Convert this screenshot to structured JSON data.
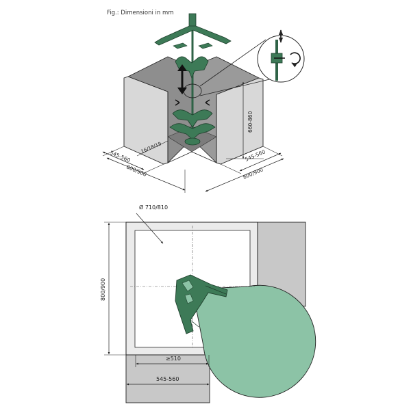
{
  "figure": {
    "caption": "Fig.: Dimensioni in mm"
  },
  "top_view": {
    "dim_depth_left": "545-560",
    "dim_width_left": "800/900",
    "dim_board": "16/18/19",
    "dim_height": "660-860",
    "dim_depth_right": "545-560",
    "dim_width_right": "800/900"
  },
  "plan_view": {
    "dim_diameter": "Ø 710/810",
    "dim_side": "800/900",
    "dim_min_opening": "≥510",
    "dim_depth": "545-560"
  },
  "colors": {
    "shelf_green": "#8cc3a6",
    "fitting_green": "#3d7a57",
    "panel_gray": "#c9c9c9",
    "panel_dark": "#8a8a8a",
    "line": "#222222"
  }
}
